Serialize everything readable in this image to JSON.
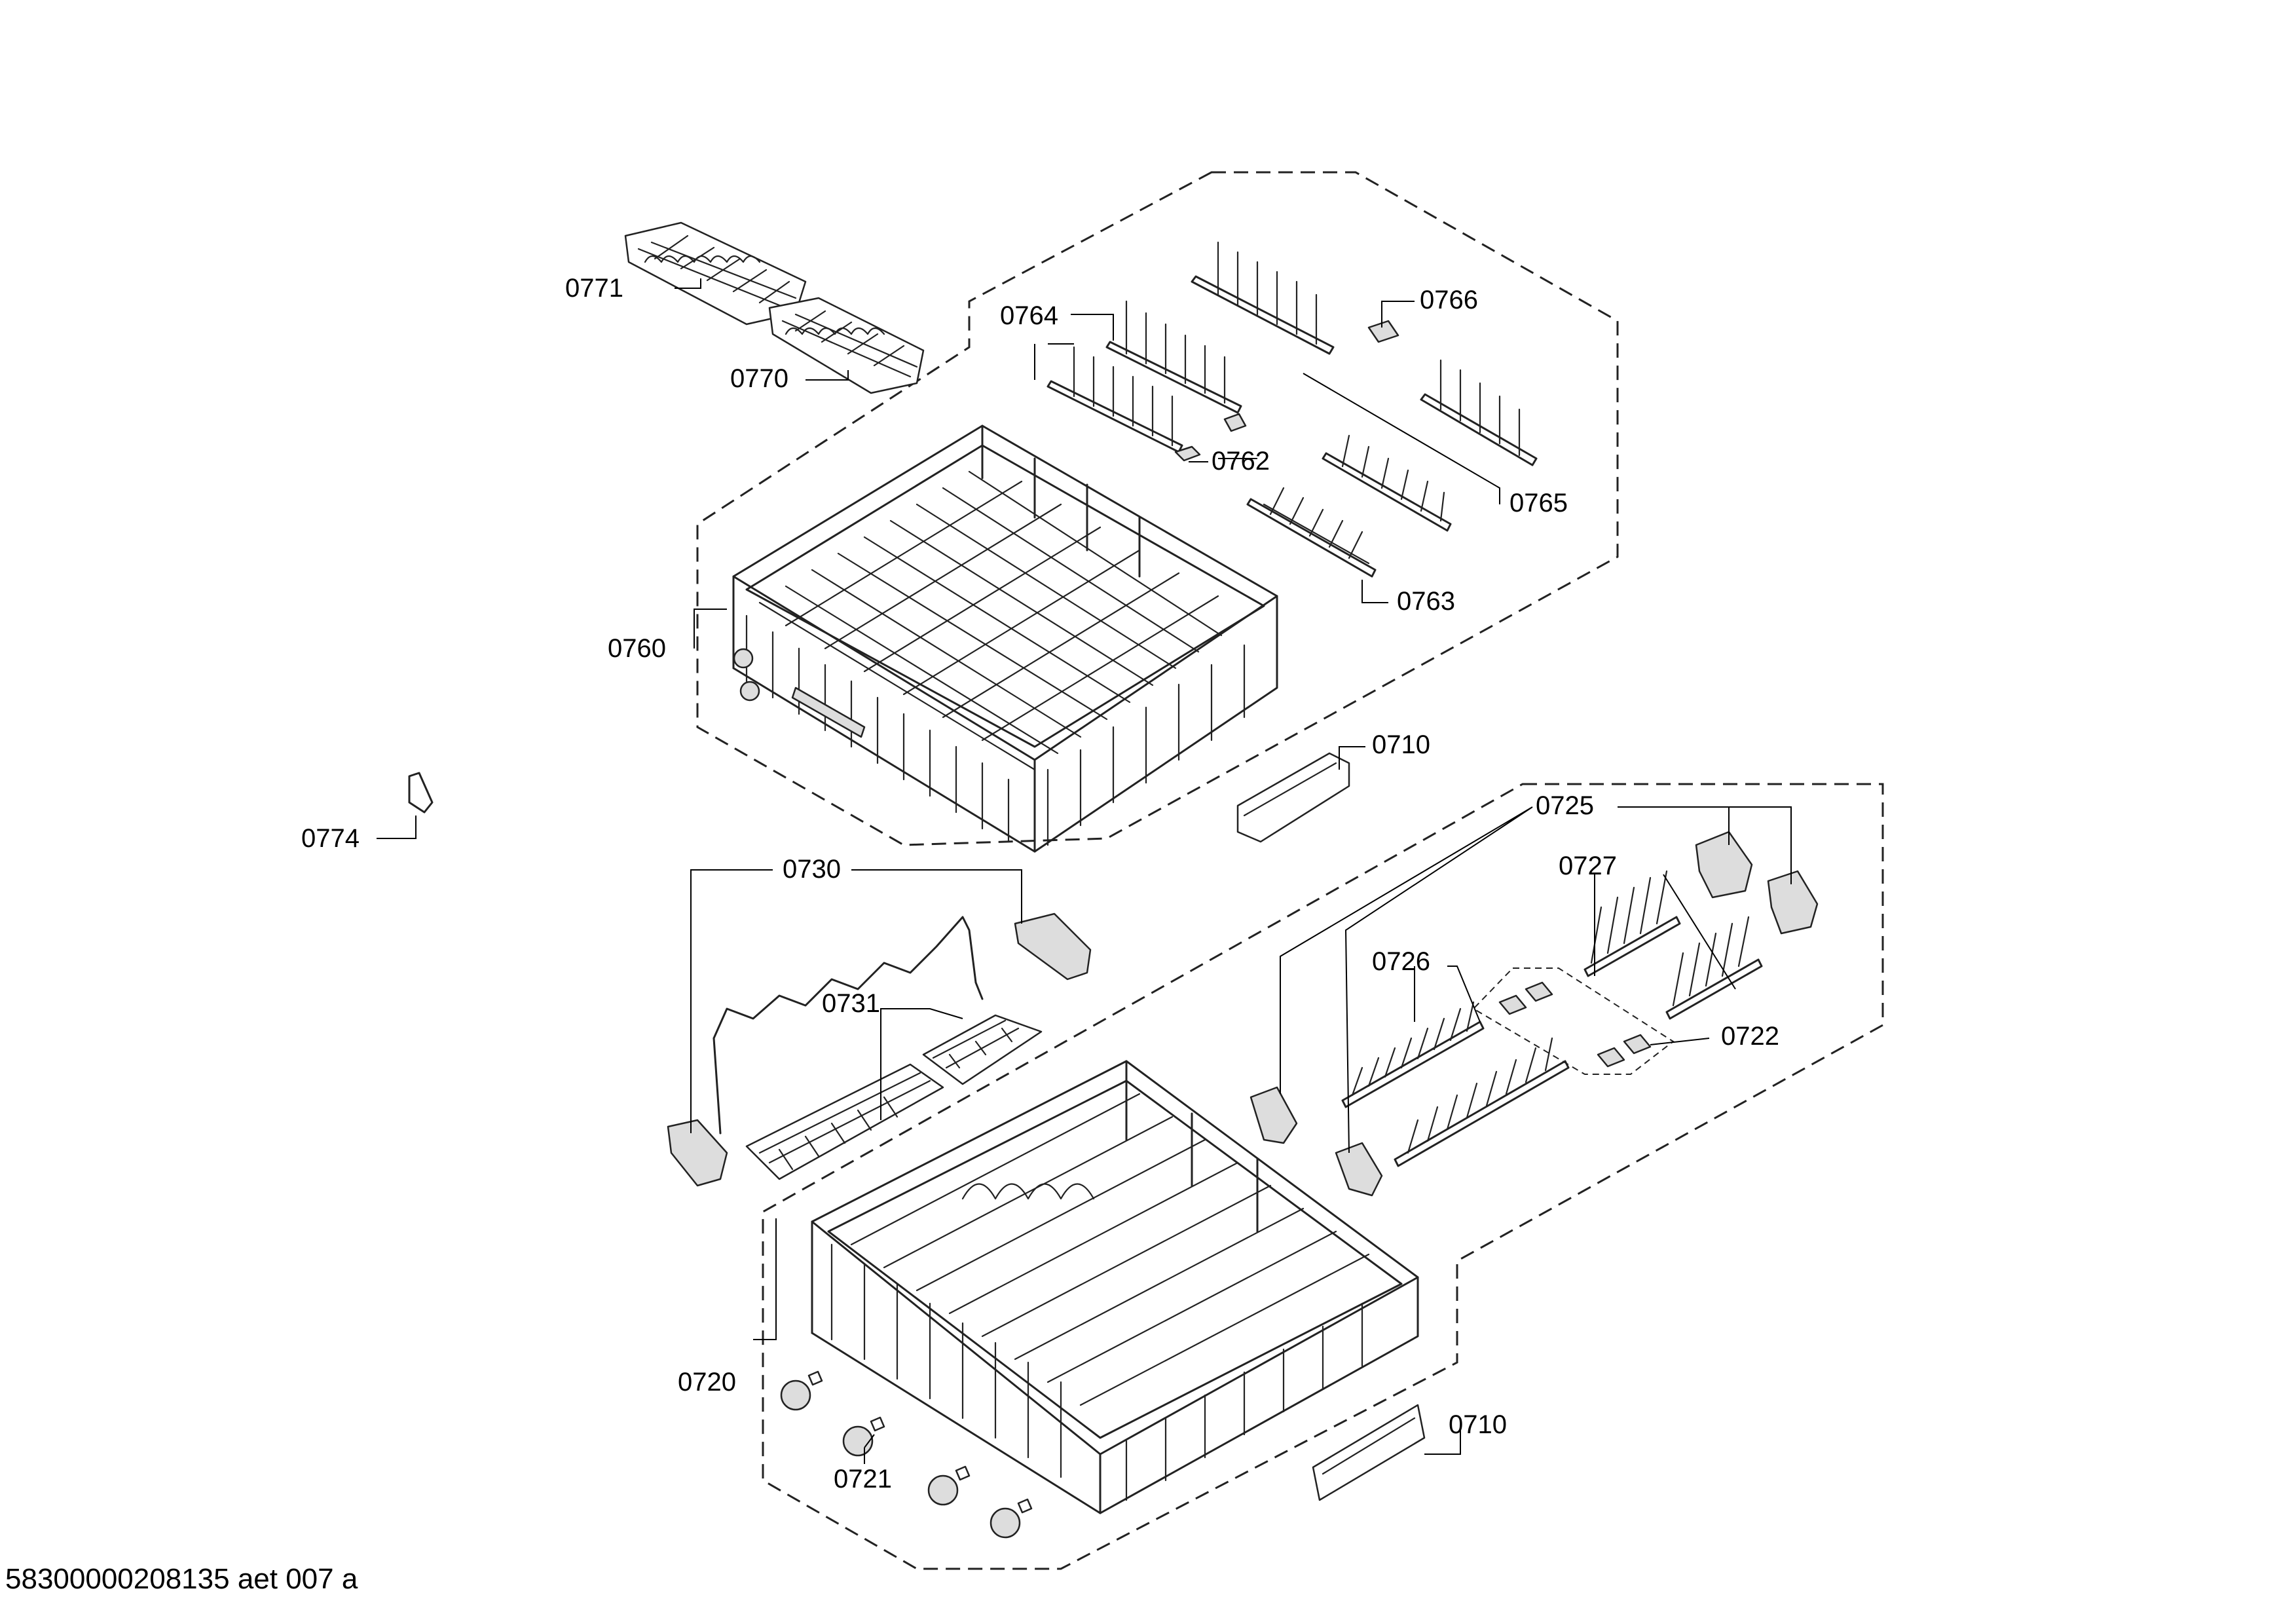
{
  "labels": {
    "p0771": "0771",
    "p0770": "0770",
    "p0764": "0764",
    "p0766": "0766",
    "p0762": "0762",
    "p0765": "0765",
    "p0763": "0763",
    "p0760": "0760",
    "p0710_upper": "0710",
    "p0774": "0774",
    "p0725": "0725",
    "p0730": "0730",
    "p0727": "0727",
    "p0726": "0726",
    "p0731": "0731",
    "p0722": "0722",
    "p0720": "0720",
    "p0710_lower": "0710",
    "p0721": "0721"
  },
  "footer": "58300000208135 aet 007 a"
}
